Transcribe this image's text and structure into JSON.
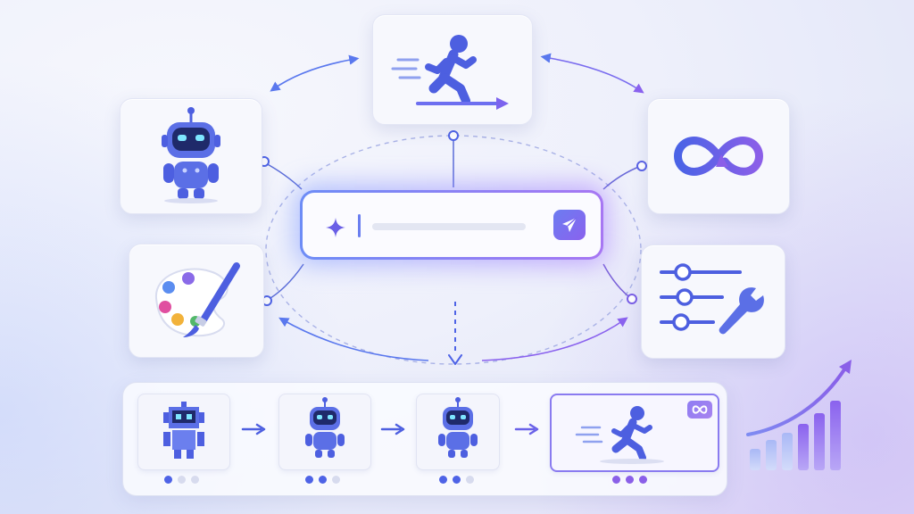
{
  "nodes": {
    "center": {
      "name": "prompt-input"
    },
    "top": {
      "name": "running-figure-card"
    },
    "left_top": {
      "name": "robot-character-card"
    },
    "left_bottom": {
      "name": "paint-palette-card"
    },
    "right_top": {
      "name": "infinite-loop-card"
    },
    "right_bottom": {
      "name": "settings-wrench-card"
    }
  },
  "timeline": {
    "frames": [
      {
        "dots_total": 3,
        "dots_active": 1,
        "style": "pixel-robot"
      },
      {
        "dots_total": 3,
        "dots_active": 2,
        "style": "robot"
      },
      {
        "dots_total": 3,
        "dots_active": 2,
        "style": "robot"
      },
      {
        "dots_total": 3,
        "dots_active": 3,
        "style": "running-figure",
        "active": true
      }
    ]
  },
  "growth_chart": {
    "bars": 6
  },
  "colors": {
    "blue": "#4e63e6",
    "purple": "#8a5fe8",
    "accent_gradient_start": "#6d8cf6",
    "accent_gradient_end": "#a777f3"
  }
}
